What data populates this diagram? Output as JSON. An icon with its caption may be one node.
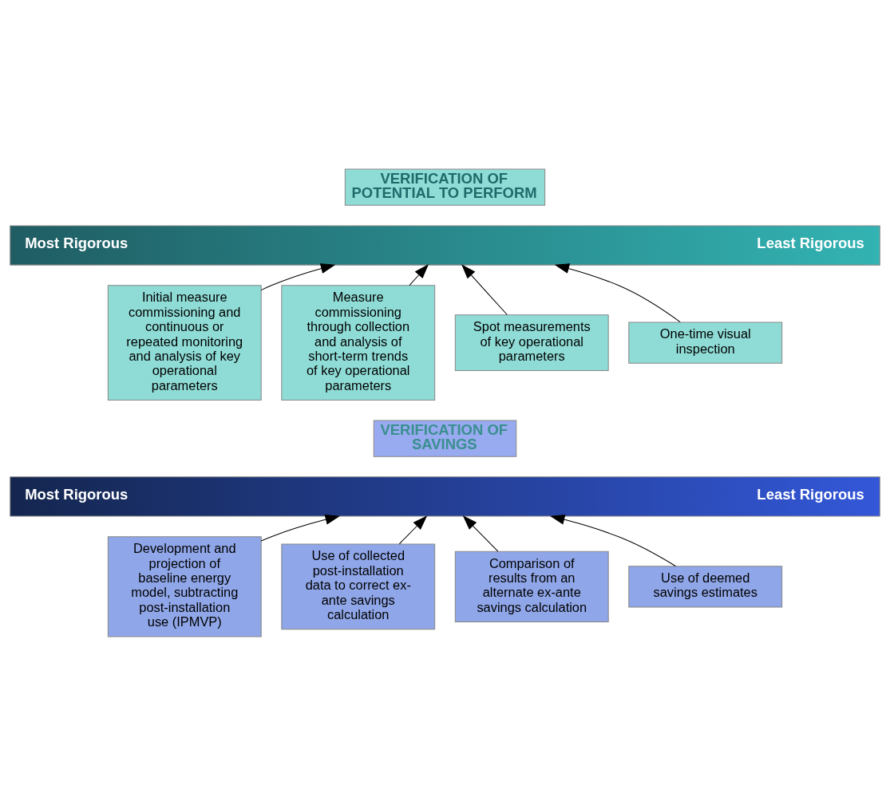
{
  "diagram": {
    "nodes": [
      {
        "text": [
          "VERIFICATION OF POTENTIAL TO PERFORM"
        ]
      },
      {
        "text": [
          "Most Rigorous",
          "Least Rigorous"
        ]
      },
      {
        "text": [
          "Initial measure commissioning and continuous or repeated monitoring and analysis of key operational parameters"
        ]
      },
      {
        "text": [
          "Measure commissioning through collection and analysis of short-term trends of key operational parameters"
        ]
      },
      {
        "text": [
          "Spot measurements of key operational parameters"
        ]
      },
      {
        "text": [
          "One-time visual inspection"
        ]
      },
      {
        "text": [
          "VERIFICATION OF SAVINGS"
        ]
      },
      {
        "text": [
          "Most Rigorous",
          "Least Rigorous"
        ]
      },
      {
        "text": [
          "Development and projection of baseline energy model, subtracting post-installation use (IPMVP)"
        ]
      },
      {
        "text": [
          "Use of collected post-installation data to correct ex-ante savings calculation"
        ]
      },
      {
        "text": [
          "Comparison of results from an alternate ex-ante savings calculation"
        ]
      },
      {
        "text": [
          "Use of deemed savings estimates"
        ]
      }
    ],
    "edges": [
      {
        "from": 2,
        "to": 1,
        "arrow": "to"
      },
      {
        "from": 3,
        "to": 1,
        "arrow": "to"
      },
      {
        "from": 4,
        "to": 1,
        "arrow": "to"
      },
      {
        "from": 5,
        "to": 1,
        "arrow": "to"
      },
      {
        "from": 8,
        "to": 7,
        "arrow": "to"
      },
      {
        "from": 9,
        "to": 7,
        "arrow": "to"
      },
      {
        "from": 10,
        "to": 7,
        "arrow": "to"
      },
      {
        "from": 11,
        "to": 7,
        "arrow": "to"
      }
    ]
  }
}
